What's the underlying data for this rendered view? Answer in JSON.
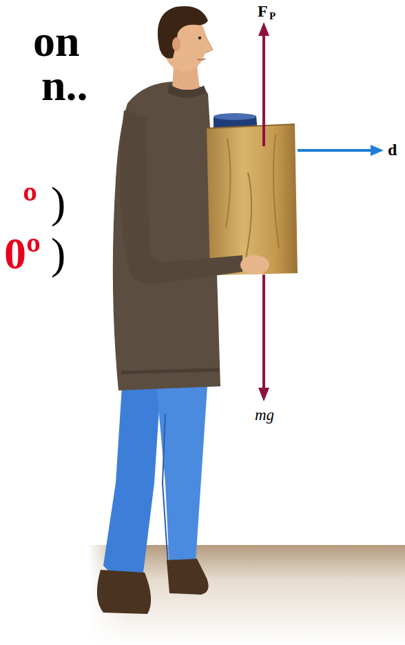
{
  "diagram": {
    "labels": [
      "on",
      "n..",
      "º",
      ")",
      "0º",
      ")",
      "F",
      "P",
      "mg",
      "d"
    ]
  }
}
